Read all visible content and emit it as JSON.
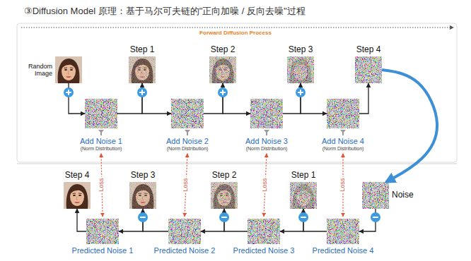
{
  "diagram": {
    "title": "③Diffusion Model 原理：基于马尔可夫链的\"正向加噪 / 反向去噪\"过程",
    "nodes": [
      {
        "text": [
          "Random Image"
        ]
      },
      {
        "text": [
          "Step 1"
        ]
      },
      {
        "text": [
          "Step 2"
        ]
      },
      {
        "text": [
          "Step 3"
        ]
      },
      {
        "text": [
          "Step 4"
        ]
      },
      {
        "text": [
          "Add Noise 1",
          "(Norm Distribution)"
        ]
      },
      {
        "text": [
          "Add Noise 2",
          "(Norm Distribution)"
        ]
      },
      {
        "text": [
          "Add Noise 3",
          "(Norm Distribution)"
        ]
      },
      {
        "text": [
          "Add Noise 4",
          "(Norm Distribution)"
        ]
      },
      {
        "text": [
          "Noise"
        ]
      },
      {
        "text": [
          "Step 1"
        ]
      },
      {
        "text": [
          "Step 2"
        ]
      },
      {
        "text": [
          "Step 3"
        ]
      },
      {
        "text": [
          "Step 4"
        ]
      },
      {
        "text": [
          "Predicted Noise 4"
        ]
      },
      {
        "text": [
          "Predicted Noise 3"
        ]
      },
      {
        "text": [
          "Predicted Noise 2"
        ]
      },
      {
        "text": [
          "Predicted Noise 1"
        ]
      }
    ],
    "edges": [
      {
        "from": 0,
        "to": 5,
        "arrow": "to"
      },
      {
        "from": 5,
        "to": 1,
        "arrow": "to"
      },
      {
        "from": 1,
        "to": 6,
        "arrow": "to"
      },
      {
        "from": 6,
        "to": 2,
        "arrow": "to"
      },
      {
        "from": 2,
        "to": 7,
        "arrow": "to"
      },
      {
        "from": 7,
        "to": 3,
        "arrow": "to"
      },
      {
        "from": 3,
        "to": 8,
        "arrow": "to"
      },
      {
        "from": 8,
        "to": 4,
        "arrow": "to"
      },
      {
        "from": 4,
        "to": 9,
        "arrow": "to"
      },
      {
        "from": 9,
        "to": 14,
        "arrow": "to"
      },
      {
        "from": 14,
        "to": 10,
        "arrow": "to"
      },
      {
        "from": 10,
        "to": 15,
        "arrow": "to"
      },
      {
        "from": 15,
        "to": 11,
        "arrow": "to"
      },
      {
        "from": 11,
        "to": 16,
        "arrow": "to"
      },
      {
        "from": 16,
        "to": 12,
        "arrow": "to"
      },
      {
        "from": 12,
        "to": 17,
        "arrow": "to"
      },
      {
        "from": 17,
        "to": 13,
        "arrow": "to"
      },
      {
        "from": 5,
        "to": 17,
        "label": "Loss",
        "arrow": "both"
      },
      {
        "from": 6,
        "to": 16,
        "label": "Loss",
        "arrow": "both"
      },
      {
        "from": 7,
        "to": 15,
        "label": "Loss",
        "arrow": "both"
      },
      {
        "from": 8,
        "to": 14,
        "label": "Loss",
        "arrow": "both"
      }
    ],
    "labels": [
      "Forward Diffusion Process"
    ]
  }
}
